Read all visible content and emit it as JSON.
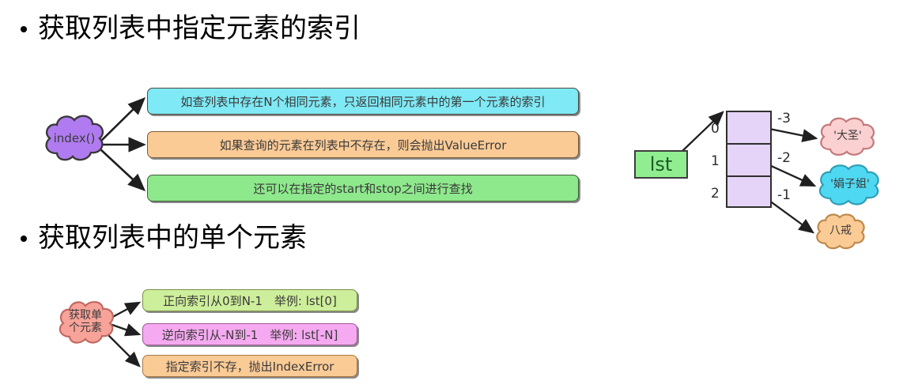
{
  "slide": {
    "background": "#ffffff",
    "headings": [
      {
        "id": "heading-index",
        "text": "获取列表中指定元素的索引"
      },
      {
        "id": "heading-single",
        "text": "获取列表中的单个元素"
      }
    ]
  },
  "section_index": {
    "source_node": {
      "label": "index()",
      "fill": "#b07bf0",
      "stroke": "#3a3a3a"
    },
    "notes": [
      {
        "id": "note-duplicate",
        "text": "如查列表中存在N个相同元素，只返回相同元素中的第一个元素的索引",
        "fill": "#7fe9f5",
        "stroke": "#4a4a3c"
      },
      {
        "id": "note-valueerror",
        "text": "如果查询的元素在列表中不存在，则会抛出ValueError",
        "fill": "#fbcb96",
        "stroke": "#7a5a3a"
      },
      {
        "id": "note-startstop",
        "text": "还可以在指定的start和stop之间进行查找",
        "fill": "#8ee88c",
        "stroke": "#3f5f3a"
      }
    ]
  },
  "section_single": {
    "source_node": {
      "label_line1": "获取单",
      "label_line2": "个元素",
      "fill": "#f8a39a",
      "stroke": "#c06a62"
    },
    "notes": [
      {
        "id": "note-forward-index",
        "text": "正向索引从0到N-1　举例: lst[0]",
        "fill": "#cdee9a",
        "stroke": "#7a8f4a"
      },
      {
        "id": "note-reverse-index",
        "text": "逆向索引从-N到-1　举例: lst[-N]",
        "fill": "#f5a9f0",
        "stroke": "#a05a9a"
      },
      {
        "id": "note-indexerror",
        "text": "指定索引不存，抛出IndexError",
        "fill": "#fbcb96",
        "stroke": "#a8793f"
      }
    ]
  },
  "memory_diagram": {
    "variable_box": {
      "label": "lst",
      "fill": "#90ee90",
      "stroke": "#3d3d3d",
      "text_color": "#1d5c28"
    },
    "cells_fill": "#e5d4f7",
    "cells_stroke": "#2f2f2f",
    "positive_indices": [
      "0",
      "1",
      "2"
    ],
    "negative_indices": [
      "-3",
      "-2",
      "-1"
    ],
    "elements": [
      {
        "id": "element-dasheng",
        "label": "'大圣'",
        "fill": "#fbd0d0",
        "stroke": "#c47a7a"
      },
      {
        "id": "element-juanzijie",
        "label": "'娟子姐'",
        "fill": "#4fd8f2",
        "stroke": "#2f9fb5"
      },
      {
        "id": "element-bajie",
        "label": "八戒",
        "fill": "#fbcb96",
        "stroke": "#c08a4a"
      }
    ]
  }
}
